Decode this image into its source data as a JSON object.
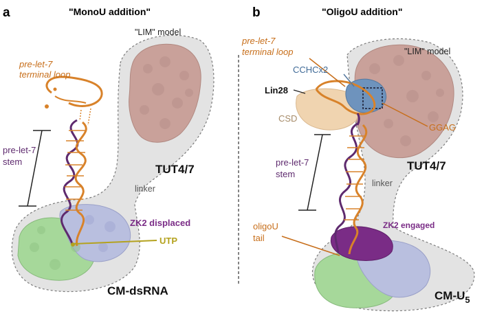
{
  "panel_a": {
    "letter": "a",
    "title": "\"MonoU addition\"",
    "lim_model": "\"LIM\" model",
    "loop_label_line1": "pre-let-7",
    "loop_label_line2": "terminal loop",
    "stem_label_line1": "pre-let-7",
    "stem_label_line2": "stem",
    "tut_label": "TUT4/7",
    "linker_label": "linker",
    "zk2_label": "ZK2 displaced",
    "utp_label": "UTP",
    "cm_label": "CM-dsRNA"
  },
  "panel_b": {
    "letter": "b",
    "title": "\"OligoU addition\"",
    "lim_model": "\"LIM\" model",
    "loop_label_line1": "pre-let-7",
    "loop_label_line2": "terminal loop",
    "cchc_label": "CCHCx2",
    "lin28_label": "Lin28",
    "csd_label": "CSD",
    "ggag_label": "GGAG",
    "stem_label_line1": "pre-let-7",
    "stem_label_line2": "stem",
    "tut_label": "TUT4/7",
    "linker_label": "linker",
    "zk2_label": "ZK2 engaged",
    "oligou_label_line1": "oligoU",
    "oligou_label_line2": "tail",
    "cm_label_main": "CM-U",
    "cm_label_sub": "5"
  },
  "colors": {
    "rna_orange": "#d8822a",
    "rna_purple": "#5e2a6e",
    "lim_pink": "#c9a19a",
    "cm_green": "#a6d89a",
    "cm_lavender": "#b9bfdf",
    "zk2_purple": "#7a2c86",
    "csd_peach": "#f0d4b0",
    "cchc_blue": "#6e93bd",
    "shadow_grey": "#e3e3e3",
    "utp_olive": "#b4a21e"
  }
}
